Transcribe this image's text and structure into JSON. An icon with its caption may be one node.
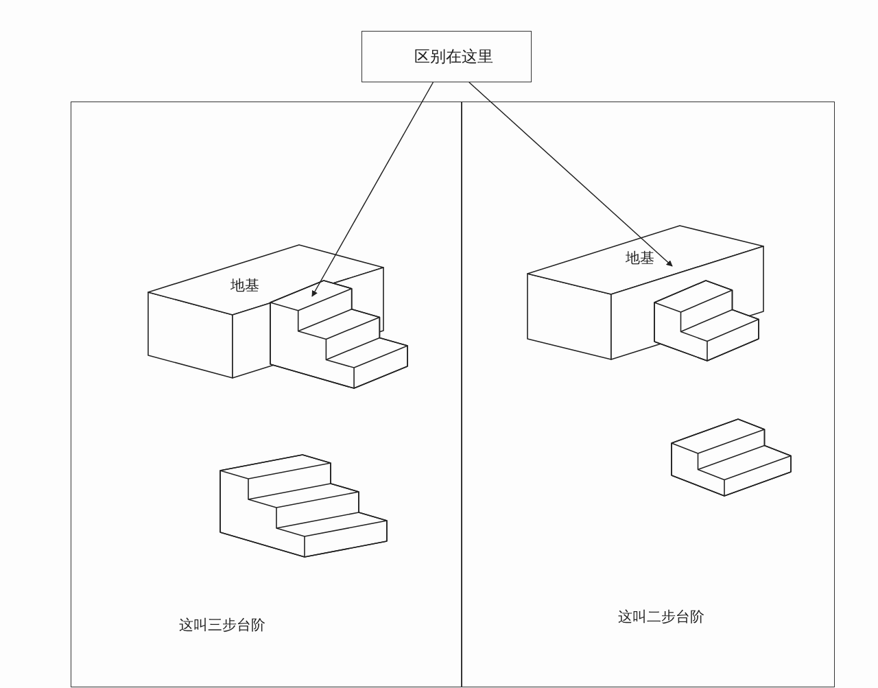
{
  "diagram": {
    "nodes": [
      {
        "text": [
          "区别在这里"
        ]
      },
      {
        "text": [
          "这叫三步台阶"
        ]
      },
      {
        "text": [
          "地基"
        ],
        "in": 1
      },
      {
        "text": [],
        "shape": "picture",
        "in": 1
      },
      {
        "text": [
          "这叫二步台阶"
        ]
      },
      {
        "text": [
          "地基"
        ],
        "in": 4
      },
      {
        "text": [],
        "shape": "picture",
        "in": 4
      }
    ],
    "edges": [
      {
        "from": 0,
        "to": 2,
        "arrow": "to"
      },
      {
        "from": 0,
        "to": 5,
        "arrow": "to"
      }
    ]
  }
}
